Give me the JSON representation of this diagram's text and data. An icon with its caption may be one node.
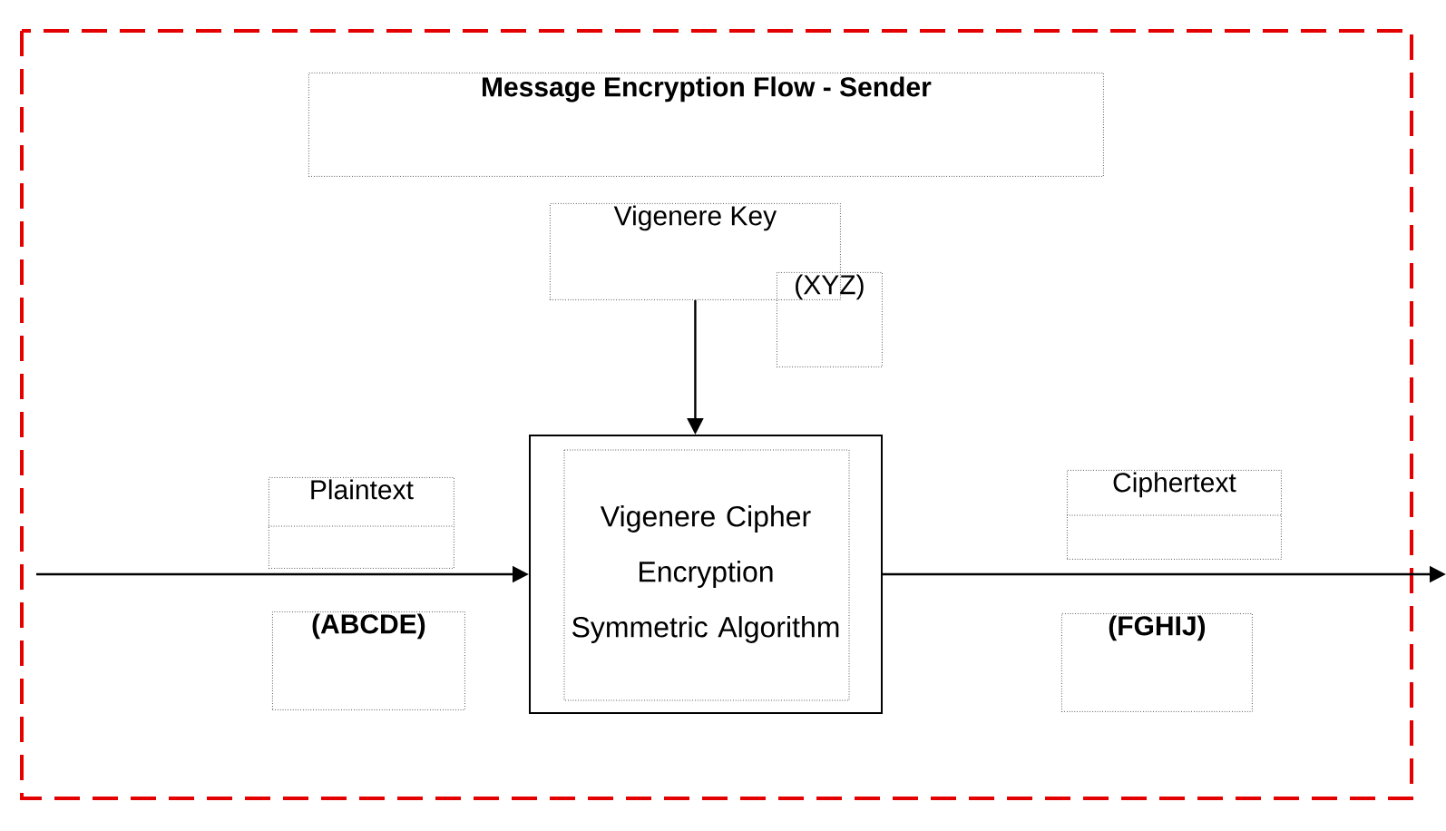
{
  "diagram": {
    "title": "Message Encryption Flow - Sender",
    "nodes": [
      {
        "text": [
          "Vigenere Key"
        ]
      },
      {
        "text": [
          "(XYZ)"
        ]
      },
      {
        "text": [
          "Vigenere Cipher Encryption Symmetric Algorithm"
        ]
      },
      {
        "text": [
          "Plaintext"
        ]
      },
      {
        "text": [
          "(ABCDE)"
        ]
      },
      {
        "text": [
          "Ciphertext"
        ]
      },
      {
        "text": [
          "(FGHIJ)"
        ]
      }
    ],
    "edges": [
      {
        "from": 0,
        "to": 2,
        "arrow": "to"
      },
      {
        "from": null,
        "to": 2,
        "arrow": "to"
      },
      {
        "from": 2,
        "to": null,
        "arrow": "to"
      }
    ]
  }
}
